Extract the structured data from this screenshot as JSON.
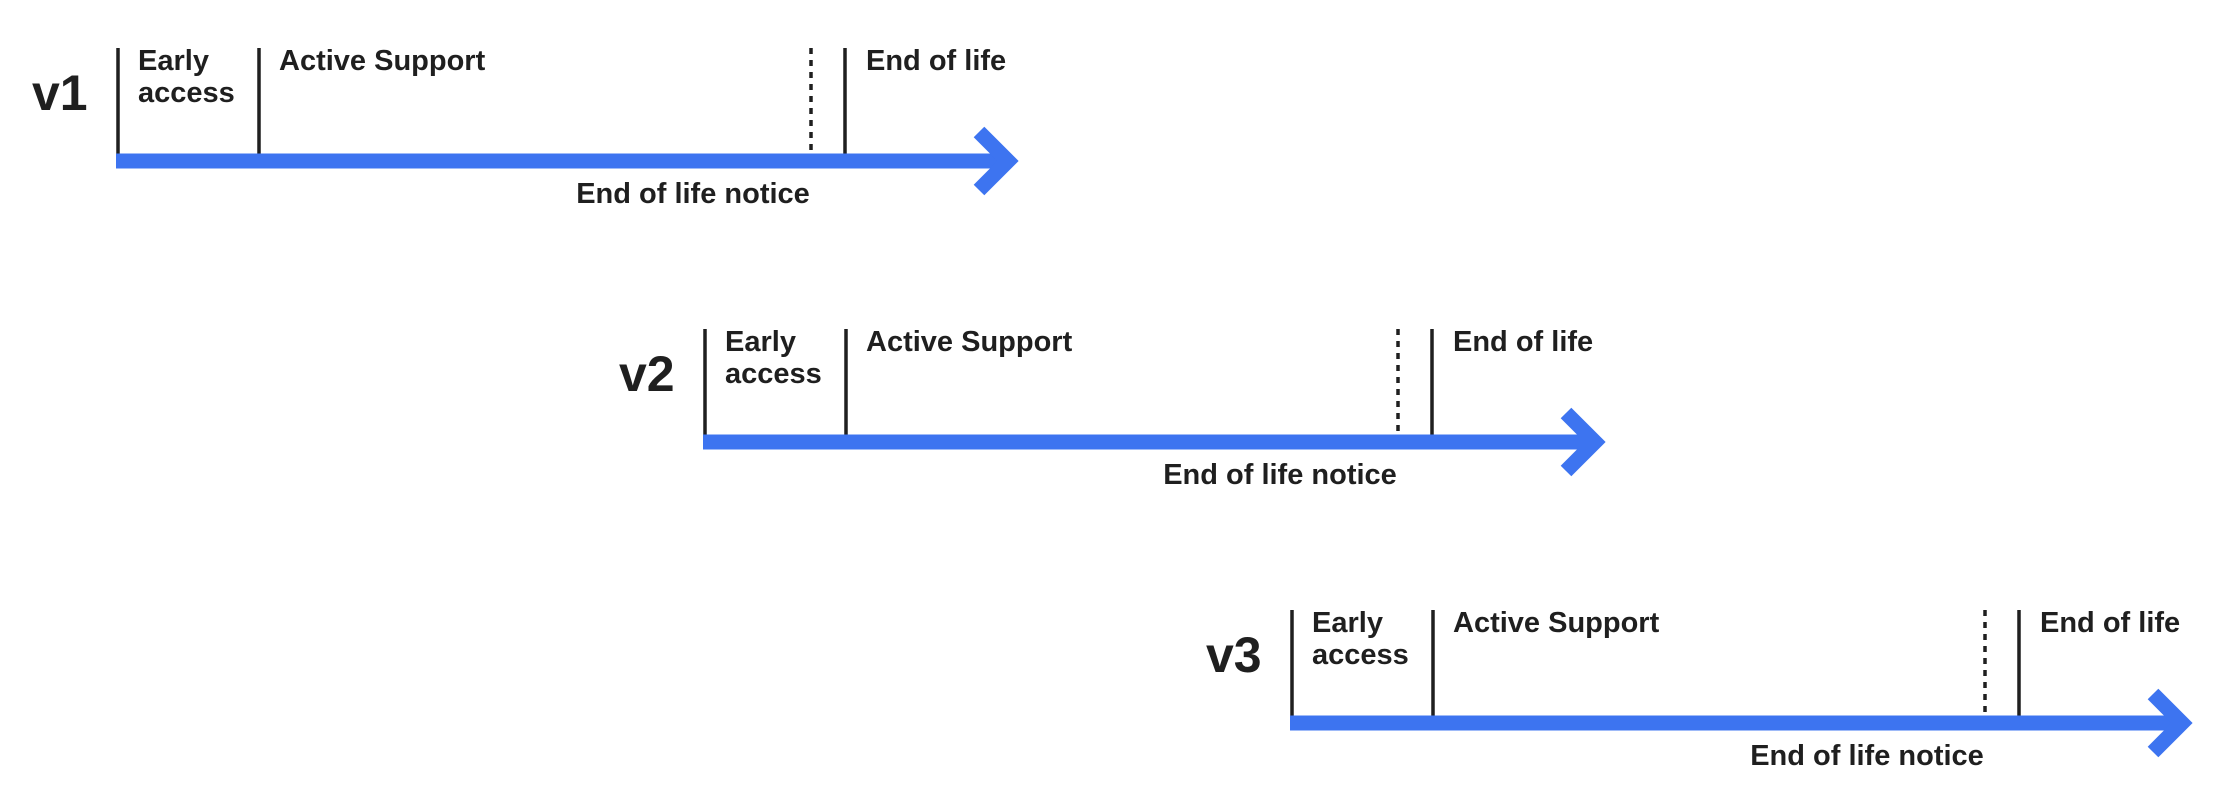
{
  "colors": {
    "arrow": "#3D74F0",
    "text": "#1F1F1F",
    "background": "#FFFFFF"
  },
  "rows": [
    {
      "version": "v1",
      "early_access": [
        "Early",
        "access"
      ],
      "active_support": "Active Support",
      "end_of_life": "End of life",
      "end_of_life_notice": "End of life notice"
    },
    {
      "version": "v2",
      "early_access": [
        "Early",
        "access"
      ],
      "active_support": "Active Support",
      "end_of_life": "End of life",
      "end_of_life_notice": "End of life notice"
    },
    {
      "version": "v3",
      "early_access": [
        "Early",
        "access"
      ],
      "active_support": "Active Support",
      "end_of_life": "End of life",
      "end_of_life_notice": "End of life notice"
    }
  ]
}
